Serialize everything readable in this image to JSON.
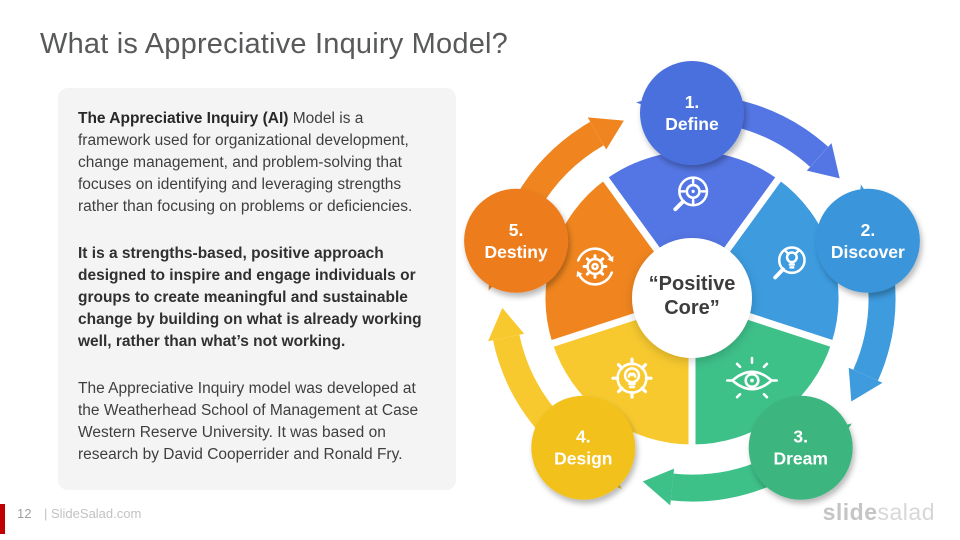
{
  "slide": {
    "title": "What is Appreciative Inquiry Model?"
  },
  "textbox": {
    "p1_lead": "The Appreciative Inquiry (AI)",
    "p1_rest": " Model is a framework used for organizational development, change management, and problem-solving that focuses on identifying and leveraging strengths rather than focusing on problems or deficiencies.",
    "p2": "It is a strengths-based, positive approach designed to inspire and engage individuals or groups to create meaningful and sustainable change by building on what is already working well, rather than what’s not working.",
    "p3": "The Appreciative Inquiry model was developed at the Weatherhead School of Management at Case Western Reserve University. It was based on research by David Cooperrider and Ronald Fry."
  },
  "footer": {
    "page_number": "12",
    "site": "| SlideSalad.com",
    "accent_color": "#c00000"
  },
  "logo": {
    "part1": "slide",
    "part2": "salad"
  },
  "diagram": {
    "center_label_line1": "“Positive",
    "center_label_line2": "Core”",
    "center_text_color": "#3d3d3d",
    "segments": [
      {
        "number": "1.",
        "label": "Define",
        "color": "#4a70dd",
        "wedge_color": "#5476e4",
        "angle": 270,
        "icon": "target-magnifier-icon"
      },
      {
        "number": "2.",
        "label": "Discover",
        "color": "#3b95da",
        "wedge_color": "#3d9bde",
        "angle": 342,
        "icon": "idea-magnifier-icon"
      },
      {
        "number": "3.",
        "label": "Dream",
        "color": "#3cb57e",
        "wedge_color": "#3ec089",
        "angle": 54,
        "icon": "vision-eye-icon"
      },
      {
        "number": "4.",
        "label": "Design",
        "color": "#f2c11e",
        "wedge_color": "#f7c92f",
        "angle": 126,
        "icon": "gear-bulb-icon"
      },
      {
        "number": "5.",
        "label": "Destiny",
        "color": "#ed7d1e",
        "wedge_color": "#f0851f",
        "angle": 198,
        "icon": "gear-cycle-icon"
      }
    ]
  }
}
